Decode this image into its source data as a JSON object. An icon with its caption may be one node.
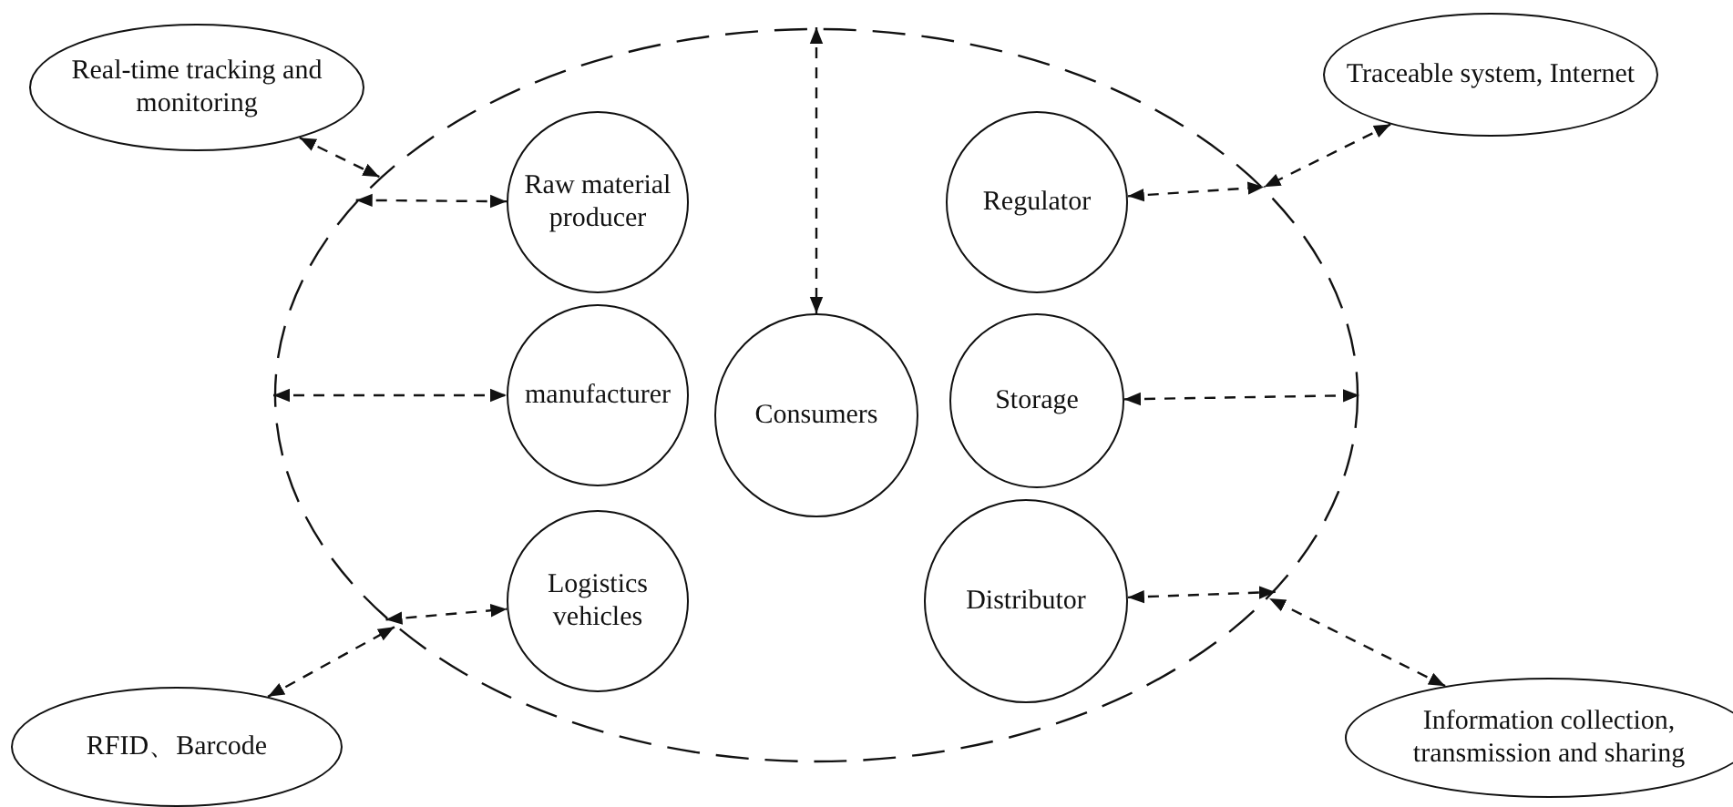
{
  "diagram": {
    "nodes": [
      {
        "text": [
          "Real-time tracking and monitoring"
        ]
      },
      {
        "text": [
          "Traceable system, Internet"
        ]
      },
      {
        "text": [],
        "shape": "ellipse"
      },
      {
        "text": [
          "Raw material producer"
        ],
        "in": 2
      },
      {
        "text": [
          "Regulator"
        ],
        "in": 2
      },
      {
        "text": [
          "manufacturer"
        ],
        "in": 2
      },
      {
        "text": [
          "Consumers"
        ],
        "in": 2
      },
      {
        "text": [
          "Storage"
        ],
        "in": 2
      },
      {
        "text": [
          "Logistics vehicles"
        ],
        "in": 2
      },
      {
        "text": [
          "Distributor"
        ],
        "in": 2
      },
      {
        "text": [
          "RFID、Barcode"
        ]
      },
      {
        "text": [
          "Information collection, transmission and sharing"
        ]
      }
    ],
    "edges": [
      {
        "from": 0,
        "to": 2,
        "arrow": "both",
        "style": "dashed"
      },
      {
        "from": 2,
        "to": 3,
        "arrow": "both",
        "style": "dashed"
      },
      {
        "from": 2,
        "to": 6,
        "arrow": "both",
        "style": "dashed"
      },
      {
        "from": 4,
        "to": 2,
        "arrow": "both",
        "style": "dashed"
      },
      {
        "from": 1,
        "to": 2,
        "arrow": "both",
        "style": "dashed"
      },
      {
        "from": 2,
        "to": 5,
        "arrow": "both",
        "style": "dashed"
      },
      {
        "from": 7,
        "to": 2,
        "arrow": "both",
        "style": "dashed"
      },
      {
        "from": 2,
        "to": 8,
        "arrow": "both",
        "style": "dashed"
      },
      {
        "from": 9,
        "to": 2,
        "arrow": "both",
        "style": "dashed"
      },
      {
        "from": 10,
        "to": 2,
        "arrow": "both",
        "style": "dashed"
      },
      {
        "from": 11,
        "to": 2,
        "arrow": "both",
        "style": "dashed"
      }
    ]
  }
}
